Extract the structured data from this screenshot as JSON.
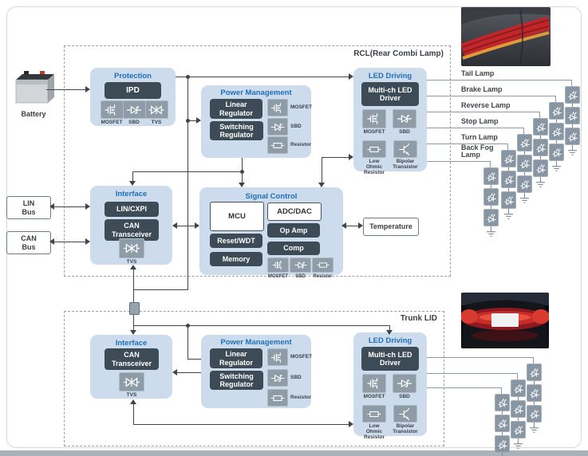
{
  "sections": {
    "rcl_label": "RCL(Rear Combi Lamp)",
    "trunk_label": "Trunk LID"
  },
  "battery": {
    "label": "Battery"
  },
  "buses": {
    "lin": "LIN Bus",
    "can": "CAN Bus"
  },
  "rcl": {
    "protection": {
      "title": "Protection",
      "chip": "IPD",
      "components": [
        "MOSFET",
        "SBD",
        "TVS"
      ]
    },
    "power_management": {
      "title": "Power Management",
      "chips": [
        "Linear Regulator",
        "Switching Regulator"
      ],
      "components": [
        "MOSFET",
        "SBD",
        "Resistor"
      ]
    },
    "led_driving": {
      "title": "LED Driving",
      "chip": "Multi-ch LED Driver",
      "components": [
        "MOSFET",
        "SBD",
        "Low Ohmic Resistor",
        "Bipolar Transistor"
      ]
    },
    "interface": {
      "title": "Interface",
      "chips": [
        "LIN/CXPI",
        "CAN Transceiver"
      ],
      "components": [
        "TVS"
      ]
    },
    "signal_control": {
      "title": "Signal Control",
      "mcu": "MCU",
      "adc": "ADC/DAC",
      "chips": [
        "Reset/WDT",
        "Memory",
        "Op Amp",
        "Comp"
      ],
      "components": [
        "MOSFET",
        "SBD",
        "Resistor"
      ]
    },
    "temperature": "Temperature",
    "lamps": [
      "Tail Lamp",
      "Brake Lamp",
      "Reverse Lamp",
      "Stop Lamp",
      "Turn Lamp",
      "Back Fog Lamp"
    ]
  },
  "trunk": {
    "interface": {
      "title": "Interface",
      "chips": [
        "CAN Transceiver"
      ],
      "components": [
        "TVS"
      ]
    },
    "power_management": {
      "title": "Power Management",
      "chips": [
        "Linear Regulator",
        "Switching Regulator"
      ],
      "components": [
        "MOSFET",
        "SBD",
        "Resistor"
      ]
    },
    "led_driving": {
      "title": "LED Driving",
      "chip": "Multi-ch LED Driver",
      "components": [
        "MOSFET",
        "SBD",
        "Low Ohmic Resistor",
        "Bipolar Transistor"
      ]
    }
  },
  "colors": {
    "block_bg": "#cddcec",
    "chip_dark": "#3c4b55",
    "title_blue": "#1e6fb8",
    "icon_gray": "#8d9ca6",
    "wire": "#3f4550",
    "lamp_wire": "#8b99a3",
    "footer": "#a9b2b7"
  }
}
